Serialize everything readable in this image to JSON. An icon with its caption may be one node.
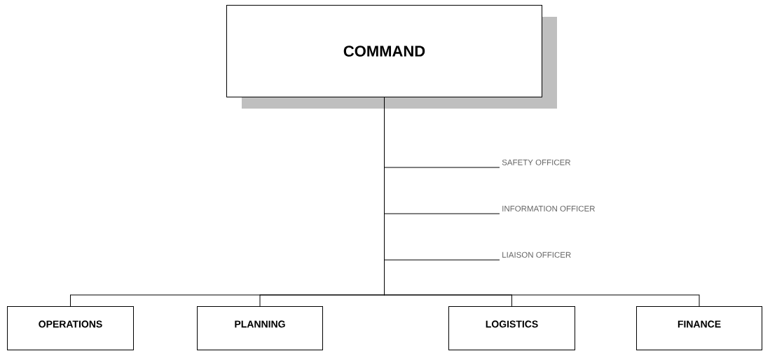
{
  "diagram": {
    "nodes": [
      {
        "text": [
          "COMMAND"
        ]
      },
      {
        "text": [
          "SAFETY OFFICER"
        ]
      },
      {
        "text": [
          "INFORMATION OFFICER"
        ]
      },
      {
        "text": [
          "LIAISON OFFICER"
        ]
      },
      {
        "text": [
          "OPERATIONS"
        ]
      },
      {
        "text": [
          "PLANNING"
        ]
      },
      {
        "text": [
          "LOGISTICS"
        ]
      },
      {
        "text": [
          "FINANCE"
        ]
      }
    ],
    "edges": [
      {
        "from": 0,
        "to": 1,
        "arrow": "none"
      },
      {
        "from": 0,
        "to": 2,
        "arrow": "none"
      },
      {
        "from": 0,
        "to": 3,
        "arrow": "none"
      },
      {
        "from": 0,
        "to": 4,
        "arrow": "none"
      },
      {
        "from": 0,
        "to": 5,
        "arrow": "none"
      },
      {
        "from": 0,
        "to": 6,
        "arrow": "none"
      },
      {
        "from": 0,
        "to": 7,
        "arrow": "none"
      }
    ]
  }
}
